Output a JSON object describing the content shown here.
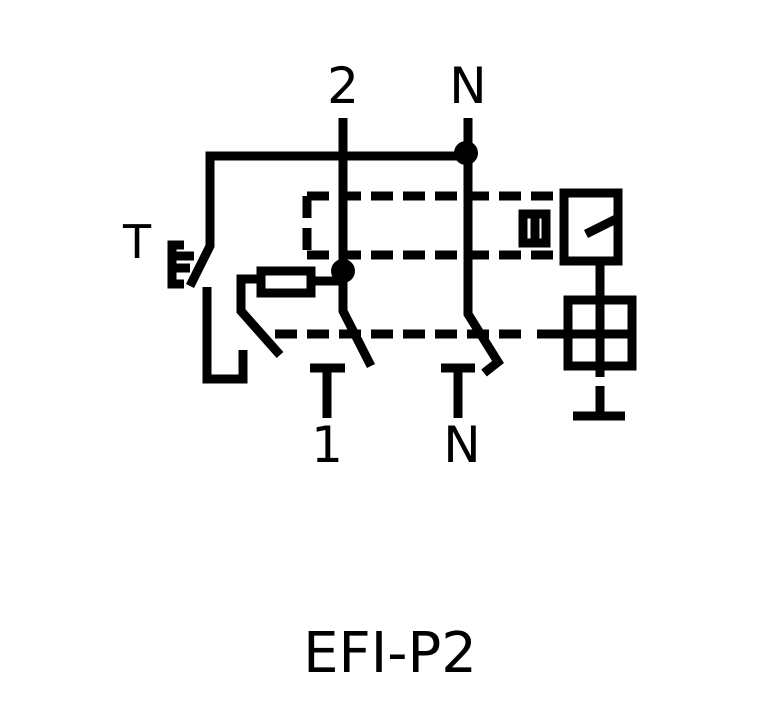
{
  "terminals": {
    "top_left": "2",
    "top_right": "N",
    "bottom_left": "1",
    "bottom_right": "N",
    "test_button": "T"
  },
  "caption": "EFI-P2",
  "colors": {
    "line": "#000000",
    "background": "#ffffff"
  }
}
